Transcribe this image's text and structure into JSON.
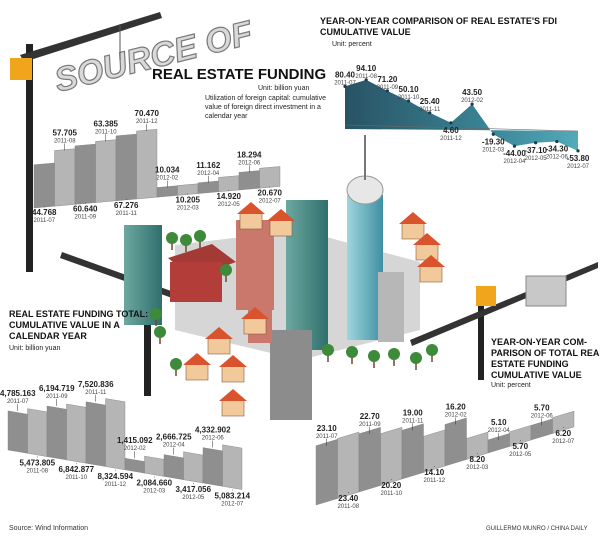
{
  "header": {
    "source_of": "SOURCE OF",
    "title": "REAL ESTATE FUNDING"
  },
  "credits": {
    "source": "Source: Wind Information",
    "credit": "GUILLERMO MUNRO / CHINA DAILY"
  },
  "chart_data": [
    {
      "type": "bar",
      "id": "fdi",
      "title_lines": [
        "Utilization of foreign capital: cumulative",
        "value of foreign direct investment in a",
        "calendar year"
      ],
      "unit": "Unit: billion yuan",
      "categories": [
        "2011-07",
        "2011-08",
        "2011-09",
        "2011-10",
        "2011-11",
        "2011-12",
        "2012-02",
        "2012-03",
        "2012-04",
        "2012-05",
        "2012-06",
        "2012-07"
      ],
      "labels": [
        "44.768",
        "57.705",
        "60.640",
        "63.385",
        "67.276",
        "70.470",
        "10.034",
        "10.205",
        "11.162",
        "14.920",
        "18.294",
        "20.670"
      ],
      "values": [
        44.768,
        57.705,
        60.64,
        63.385,
        67.276,
        70.47,
        10.034,
        10.205,
        11.162,
        14.92,
        18.294,
        20.67
      ]
    },
    {
      "type": "area",
      "id": "fdi_yoy",
      "title_lines": [
        "YEAR-ON-YEAR COMPARISON OF REAL ESTATE'S FDI",
        "CUMULATIVE VALUE"
      ],
      "unit": "Unit: percent",
      "categories": [
        "2011-07",
        "2011-08",
        "2011-09",
        "2011-10",
        "2011-11",
        "2011-12",
        "2012-02",
        "2012-03",
        "2012-04",
        "2012-05",
        "2012-06",
        "2012-07"
      ],
      "labels": [
        "80.40",
        "94.10",
        "71.20",
        "50.10",
        "25.40",
        "4.60",
        "43.50",
        "-19.30",
        "-44.00",
        "-37.10",
        "-34.30",
        "-53.80"
      ],
      "values": [
        80.4,
        94.1,
        71.2,
        50.1,
        25.4,
        4.6,
        43.5,
        -19.3,
        -44.0,
        -37.1,
        -34.3,
        -53.8
      ]
    },
    {
      "type": "bar",
      "id": "funding_total",
      "title_lines": [
        "REAL ESTATE FUNDING TOTAL:",
        "CUMULATIVE VALUE IN A",
        "CALENDAR YEAR"
      ],
      "unit": "Unit: billion yuan",
      "categories": [
        "2011-07",
        "2011-08",
        "2011-09",
        "2011-10",
        "2011-11",
        "2011-12",
        "2012-02",
        "2012-03",
        "2012-04",
        "2012-05",
        "2012-06",
        "2012-07"
      ],
      "labels": [
        "4,785.163",
        "5,473.805",
        "6,194.719",
        "6,842.877",
        "7,520.836",
        "8,324.594",
        "1,415.092",
        "2,084.660",
        "2,666.725",
        "3,417.056",
        "4,332.902",
        "5,083.214"
      ],
      "values": [
        4785.163,
        5473.805,
        6194.719,
        6842.877,
        7520.836,
        8324.594,
        1415.092,
        2084.66,
        2666.725,
        3417.056,
        4332.902,
        5083.214
      ]
    },
    {
      "type": "bar",
      "id": "funding_yoy",
      "title_lines": [
        "YEAR-ON-YEAR COM-",
        "PARISON OF TOTAL REAL",
        "ESTATE FUNDING",
        "CUMULATIVE VALUE"
      ],
      "unit": "Unit: percent",
      "categories": [
        "2011-07",
        "2011-08",
        "2011-09",
        "2011-10",
        "2011-11",
        "2011-12",
        "2012-02",
        "2012-03",
        "2012-04",
        "2012-05",
        "2012-06",
        "2012-07"
      ],
      "labels": [
        "23.10",
        "23.40",
        "22.70",
        "20.20",
        "19.00",
        "14.10",
        "16.20",
        "8.20",
        "5.10",
        "5.70",
        "5.70",
        "6.20"
      ],
      "values": [
        23.1,
        23.4,
        22.7,
        20.2,
        19.0,
        14.1,
        16.2,
        8.2,
        5.1,
        5.7,
        5.7,
        6.2
      ]
    }
  ]
}
